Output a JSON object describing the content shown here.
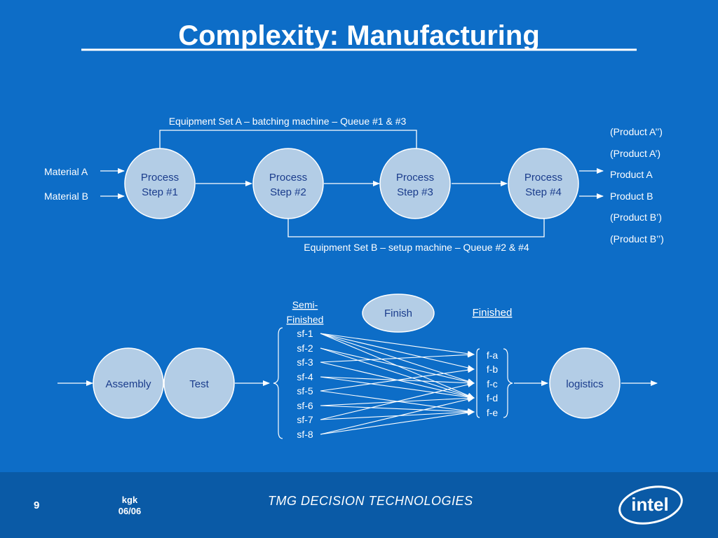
{
  "title": "Complexity: Manufacturing",
  "upper_flow": {
    "equipment_a": "Equipment Set A – batching machine – Queue #1 & #3",
    "equipment_b": "Equipment Set B – setup machine – Queue #2 & #4",
    "inputs": [
      "Material A",
      "Material B"
    ],
    "steps": [
      {
        "line1": "Process",
        "line2": "Step #1"
      },
      {
        "line1": "Process",
        "line2": "Step #2"
      },
      {
        "line1": "Process",
        "line2": "Step #3"
      },
      {
        "line1": "Process",
        "line2": "Step #4"
      }
    ],
    "outputs": [
      "(Product A’’)",
      "(Product A’)",
      "Product A",
      "Product B",
      "(Product B’)",
      "(Product B’’)"
    ]
  },
  "lower_flow": {
    "assembly": "Assembly",
    "test": "Test",
    "semi_finished_header_1": "Semi-",
    "semi_finished_header_2": "Finished",
    "finish_node": "Finish",
    "finished_header": "Finished",
    "semi_finished": [
      "sf-1",
      "sf-2",
      "sf-3",
      "sf-4",
      "sf-5",
      "sf-6",
      "sf-7",
      "sf-8"
    ],
    "finished": [
      "f-a",
      "f-b",
      "f-c",
      "f-d",
      "f-e"
    ],
    "logistics": "logistics"
  },
  "footer": {
    "page_number": "9",
    "author": "kgk",
    "date": "06/06",
    "company": "TMG DECISION TECHNOLOGIES",
    "logo_text": "intel"
  },
  "colors": {
    "background": "#0d6dc7",
    "footer_band": "#0a5aa6",
    "node_fill": "#b3cde6",
    "node_text": "#1a3c8c",
    "line": "#ffffff"
  }
}
